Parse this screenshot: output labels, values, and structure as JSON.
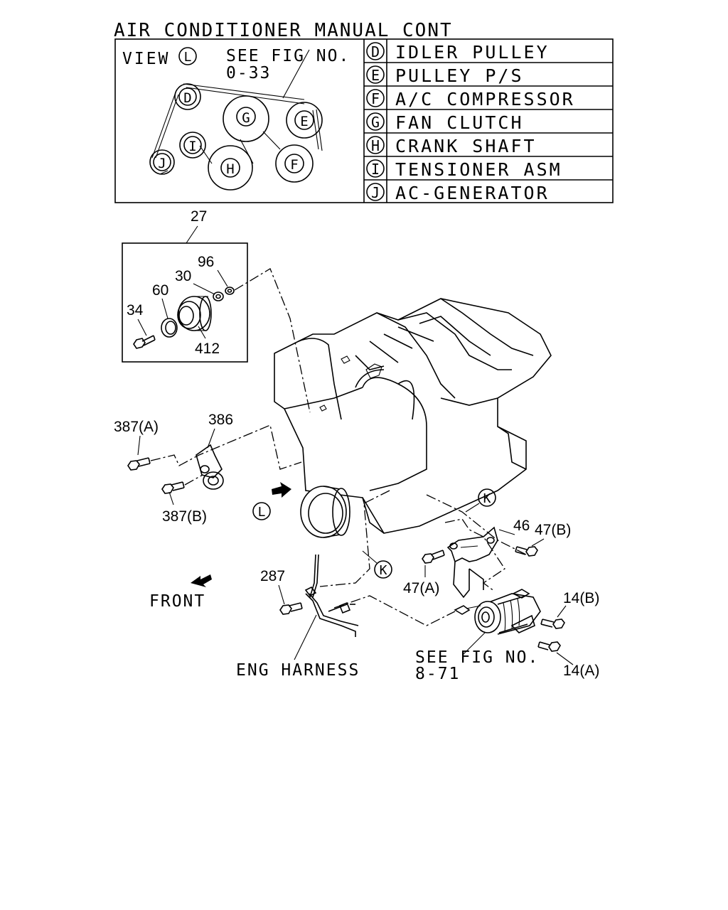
{
  "title": "AIR CONDITIONER MANUAL CONT",
  "view_box": {
    "view_label": "VIEW",
    "view_letter": "L",
    "see_fig_line1": "SEE FIG NO.",
    "see_fig_line2": "0-33",
    "pulleys": [
      "D",
      "G",
      "E",
      "I",
      "J",
      "H",
      "F"
    ]
  },
  "legend": [
    {
      "letter": "D",
      "name": "IDLER PULLEY"
    },
    {
      "letter": "E",
      "name": "PULLEY P/S"
    },
    {
      "letter": "F",
      "name": "A/C COMPRESSOR"
    },
    {
      "letter": "G",
      "name": "FAN CLUTCH"
    },
    {
      "letter": "H",
      "name": "CRANK SHAFT"
    },
    {
      "letter": "I",
      "name": "TENSIONER ASM"
    },
    {
      "letter": "J",
      "name": "AC-GENERATOR"
    }
  ],
  "callouts": {
    "c27": "27",
    "c96": "96",
    "c30": "30",
    "c60": "60",
    "c34": "34",
    "c412": "412",
    "c387a": "387(A)",
    "c386": "386",
    "c387b": "387(B)",
    "c46": "46",
    "c47b": "47(B)",
    "c47a": "47(A)",
    "c287": "287",
    "c14b": "14(B)",
    "c14a": "14(A)"
  },
  "markers": {
    "view_l": "L",
    "k_top": "K",
    "k_bottom": "K"
  },
  "labels": {
    "front": "FRONT",
    "eng_harness": "ENG HARNESS",
    "see_fig_871_line1": "SEE FIG NO.",
    "see_fig_871_line2": "8-71"
  }
}
